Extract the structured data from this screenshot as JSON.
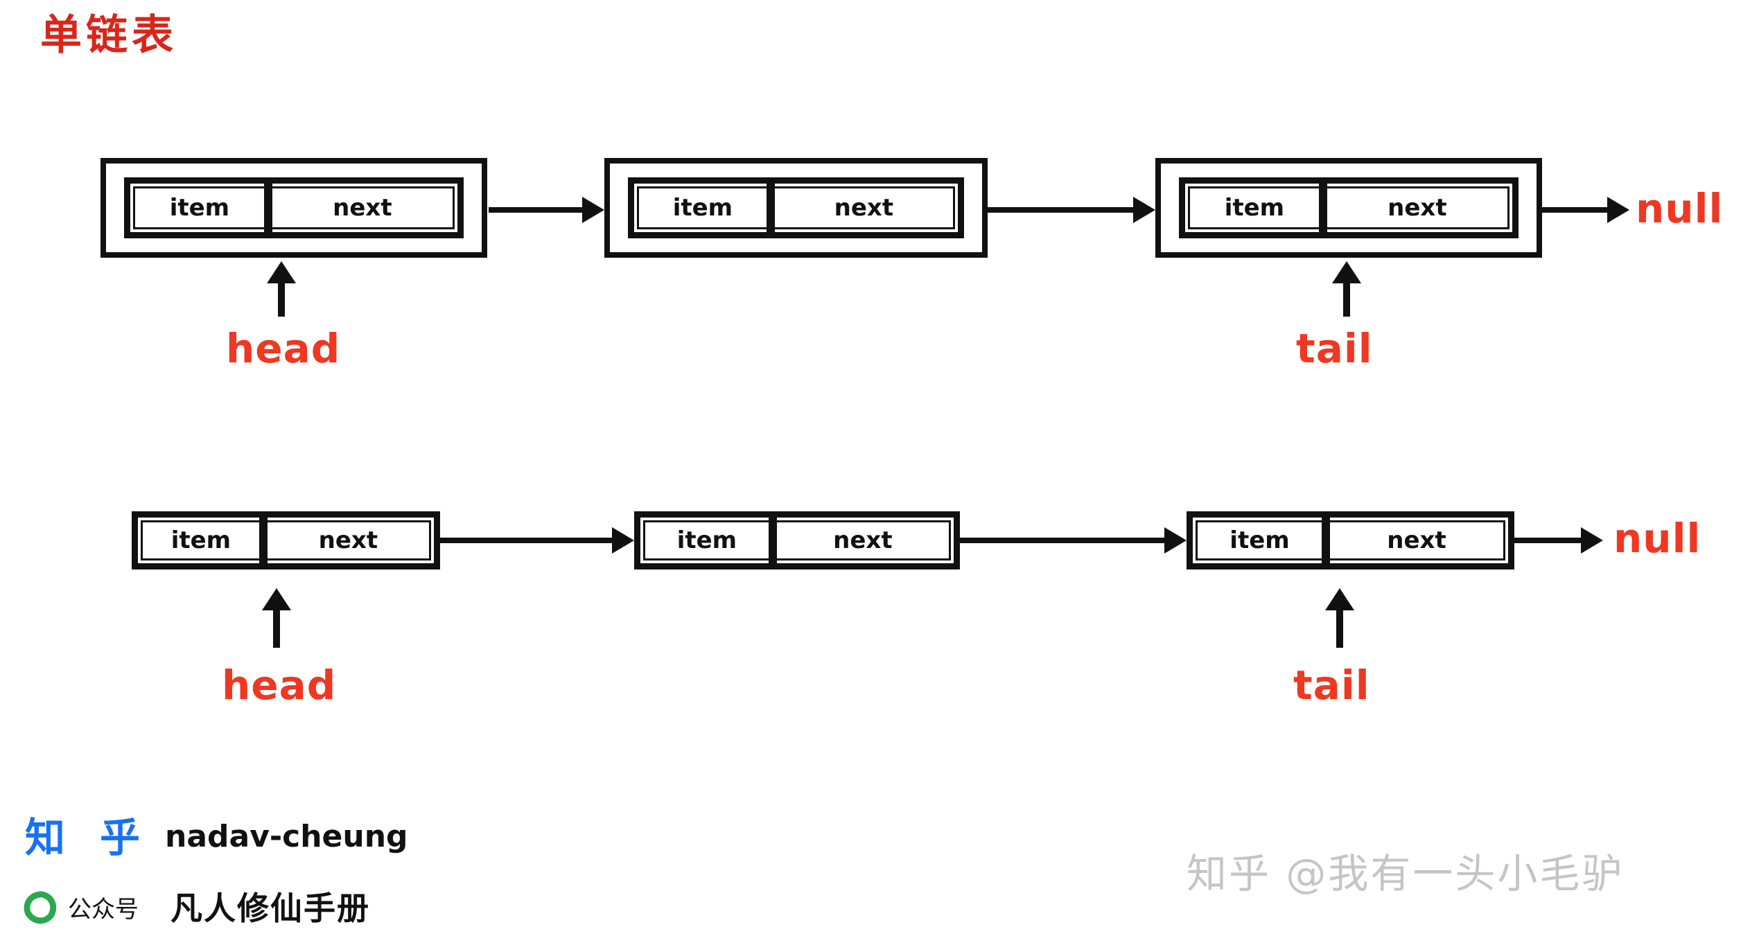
{
  "title": {
    "text": "单链表",
    "color": "#d9261a"
  },
  "diagram": {
    "type": "singly-linked-list",
    "line_color": "#111111",
    "pointer_label_color": "#ee3822",
    "cell_labels": {
      "item": "item",
      "next": "next"
    },
    "pointers": {
      "head": "head",
      "tail": "tail",
      "null_label": "null"
    }
  },
  "footer": {
    "zhihu_wordmark": {
      "text": "知乎",
      "color": "#1772f3"
    },
    "author": "nadav-cheung",
    "wechat": {
      "icon": "wechat-official-account-icon",
      "icon_color": "#2aa84f",
      "label": "公众号",
      "account_name": "凡人修仙手册"
    },
    "watermark": {
      "text": "知乎 @我有一头小毛驴",
      "color": "#c5c5c5"
    }
  }
}
